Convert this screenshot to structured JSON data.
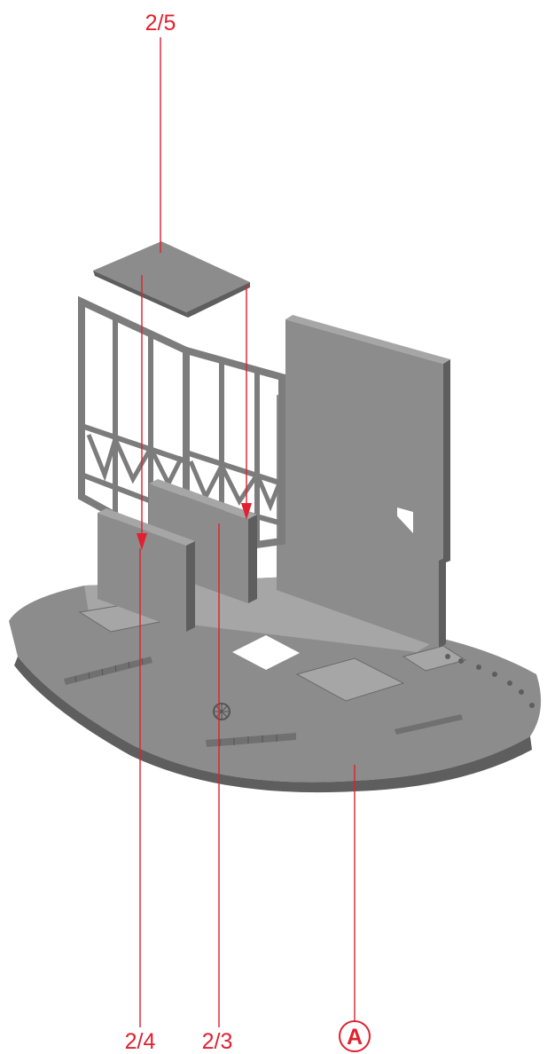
{
  "callouts": {
    "top_label": "2/5",
    "bottom_left_label": "2/4",
    "bottom_mid_label": "2/3",
    "circled_label": "A"
  },
  "colors": {
    "callout": "#e0202f",
    "model_grey": "#8c8c8c"
  }
}
